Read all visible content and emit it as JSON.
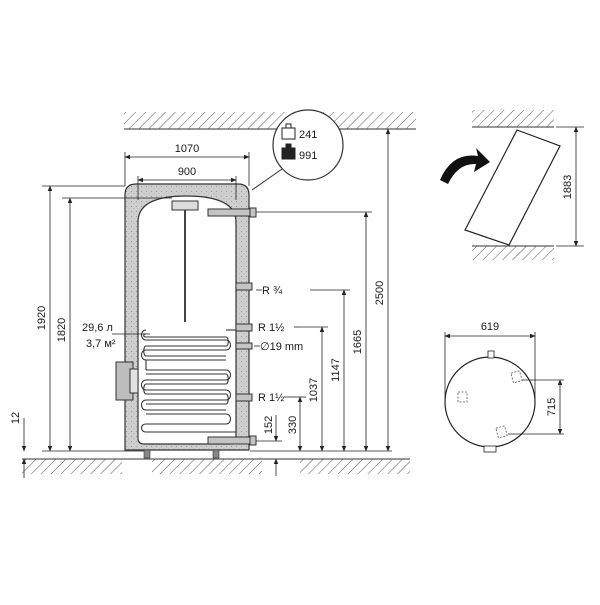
{
  "weights": {
    "empty": "241",
    "full": "991"
  },
  "dimensions": {
    "width_outer": "1070",
    "width_inner": "900",
    "height_1920": "1920",
    "height_1820": "1820",
    "height_12": "12",
    "height_1665": "1665",
    "height_2500": "2500",
    "height_1147": "1147",
    "height_1037": "1037",
    "height_330": "330",
    "height_152": "152",
    "tilt_height": "1883",
    "top_view_width": "619",
    "top_view_height": "715"
  },
  "connections": {
    "r_34": "R ¾",
    "r_112_upper": "R 1½",
    "diameter": "∅19 mm",
    "r_112_lower": "R 1½"
  },
  "coil": {
    "volume": "29,6 л",
    "area": "3,7 м²"
  }
}
